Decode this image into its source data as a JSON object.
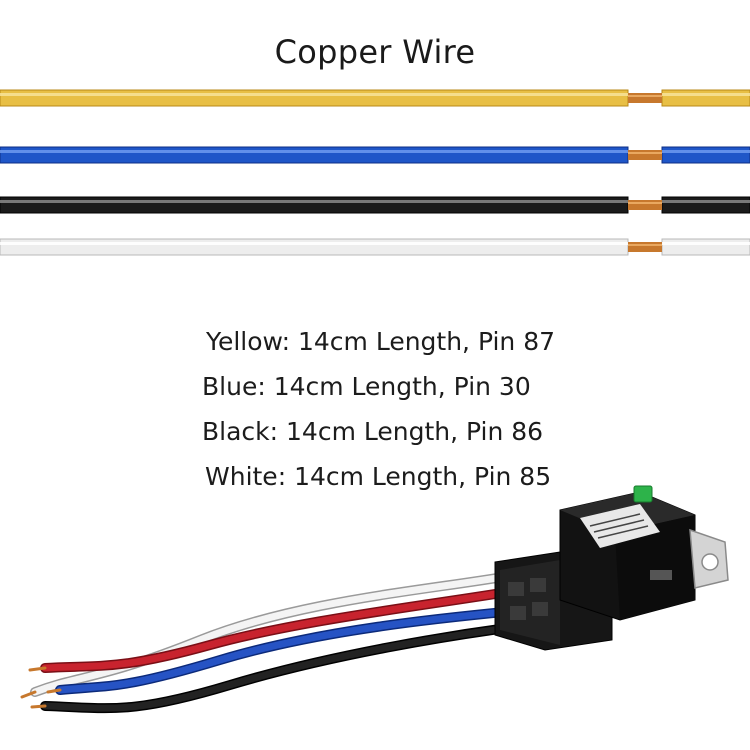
{
  "title": "Copper Wire",
  "wires": [
    {
      "color_name": "Yellow",
      "fill": "#e8bf45",
      "highlight": "#f7e39a",
      "shade": "#b98a18"
    },
    {
      "color_name": "Blue",
      "fill": "#1f56c8",
      "highlight": "#6f9af0",
      "shade": "#0e2f86"
    },
    {
      "color_name": "Black",
      "fill": "#1b1b1b",
      "highlight": "#8a8a8a",
      "shade": "#000000"
    },
    {
      "color_name": "White",
      "fill": "#ededed",
      "highlight": "#ffffff",
      "shade": "#b9b9b9"
    }
  ],
  "copper_color": "#c7782d",
  "specs": [
    "Yellow: 14cm Length, Pin 87",
    "Blue: 14cm Length, Pin 30",
    "Black: 14cm Length, Pin 86",
    "White: 14cm Length, Pin 85"
  ],
  "relay": {
    "body_color": "#111111",
    "fuse_color": "#2db34a",
    "bracket_color": "#c9c9c9"
  }
}
